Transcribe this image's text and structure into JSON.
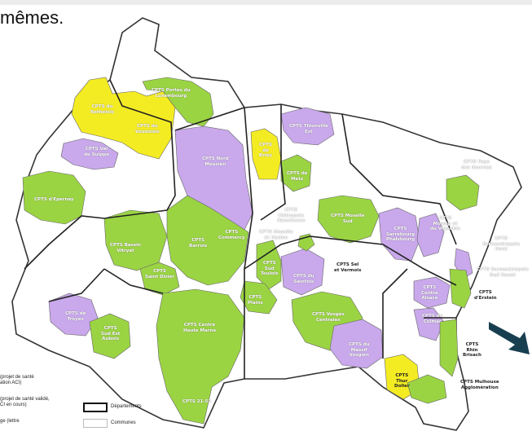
{
  "header": {
    "text": "mêmes."
  },
  "colors": {
    "green": "#9bd443",
    "violet": "#c9a8ec",
    "yellow": "#f4ec23",
    "white": "#ffffff",
    "border": "#333333",
    "arrow": "#173f4f"
  },
  "labels": {
    "rethelois": "CPTS du\nRethelois",
    "vouzinois": "CPTS du\nVouzinois",
    "portes_lux": "CPTS Portes du\nLuxembourg",
    "val_suippe": "CPTS Val\nde Suippe",
    "epernay": "CPTS d'Epernay",
    "nord_meusien": "CPTS Nord\nMeusien",
    "briey": "CPTS\nde\nBriey",
    "thionville": "CPTS Thionville\nEst",
    "metz": "CPTS de\nMetz",
    "pays_sources": "CPTS Pays\ndes Sources",
    "metropole_nancy": "CPTS\nMétropole\nNancéenne",
    "moselle_sud": "CPTS Moselle\nSud",
    "sarrebourg": "CPTS\nSarrebourg\nPhalsbourg",
    "mossig": "CPTS\nMossig et\ndu Vignoble",
    "euro_nord": "CPTS\nEurometropole\nNord",
    "euro_sud_ouest": "CPTS Eurometropole\nSud Ouest",
    "bassin_vitryat": "CPTS Bassin\nVitryat",
    "barrois": "CPTS\nBarrois",
    "commercy": "CPTS\nCommercy",
    "moselle_madon": "CPTS Moselle\net Madon",
    "sud_toulois": "CPTS\nSud\nToulois",
    "saintois": "CPTS du\nSaintois",
    "sel_vermois": "CPTS Sel\net Vermois",
    "saint_dizier": "CPTS\nSaint Dizier",
    "plaine": "CPTS\nPlains",
    "centre_alsace": "CPTS\nCentre\nAlsace",
    "erstein": "CPTS\nd'Erstein",
    "troyes": "CPTS de\nTroyes",
    "centre_hm": "CPTS Centre\nHaute Marne",
    "vosges_centrales": "CPTS Vosges\nCentrales",
    "sud_est_aubois": "CPTS\nSud Est\nAubois",
    "massif_vosgien": "CPTS du\nMassif\nVosgien",
    "colmar": "CPTS de\nColmar",
    "rhin_brisach": "CPTS\nRhin\nBrisach",
    "thur_doller": "CPTS\nThur\nDoller",
    "mulhouse": "CPTS Mulhouse\nAgglomération",
    "cpts_21_52": "CPTS 21-52"
  },
  "legend": {
    "item1": "(projet de santé\nation ACI)",
    "item2": "(projet de santé validé,\nCI en cours)",
    "item3": "ge (lettre",
    "departements": "Départements",
    "communes": "Communes"
  }
}
